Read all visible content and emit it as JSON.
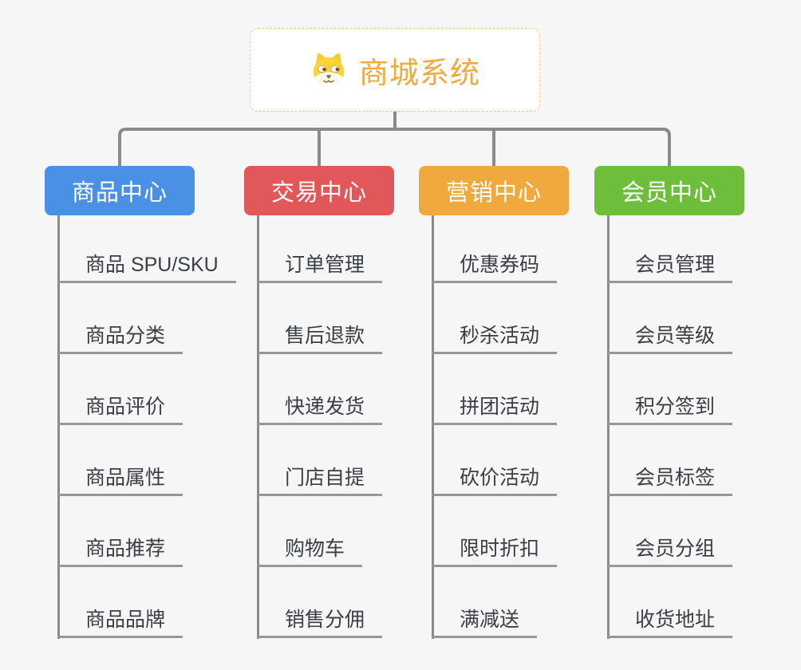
{
  "root": {
    "label": "商城系统",
    "icon": "dog-face-icon",
    "text_color": "#EFA93D",
    "border_color": "#F6C984"
  },
  "connector_color": "#8A8A8A",
  "leaf_text_color": "#3A3E45",
  "branches": [
    {
      "label": "商品中心",
      "color": "#4A91E5",
      "children": [
        "商品 SPU/SKU",
        "商品分类",
        "商品评价",
        "商品属性",
        "商品推荐",
        "商品品牌"
      ]
    },
    {
      "label": "交易中心",
      "color": "#E25758",
      "children": [
        "订单管理",
        "售后退款",
        "快递发货",
        "门店自提",
        "购物车",
        "销售分佣"
      ]
    },
    {
      "label": "营销中心",
      "color": "#EFA93C",
      "children": [
        "优惠券码",
        "秒杀活动",
        "拼团活动",
        "砍价活动",
        "限时折扣",
        "满减送"
      ]
    },
    {
      "label": "会员中心",
      "color": "#6EBE3C",
      "children": [
        "会员管理",
        "会员等级",
        "积分签到",
        "会员标签",
        "会员分组",
        "收货地址"
      ]
    }
  ]
}
